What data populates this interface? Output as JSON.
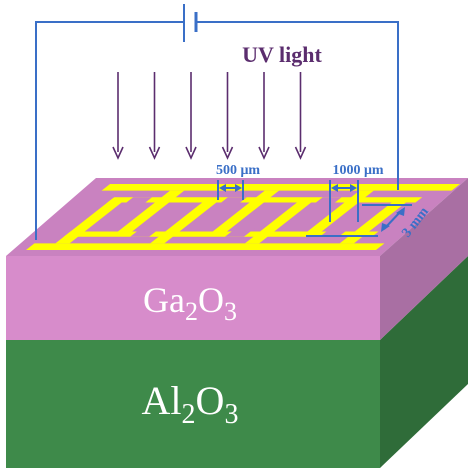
{
  "light": {
    "label": "UV light",
    "label_color": "#5b2d6e",
    "arrow_count": 6
  },
  "device": {
    "electrode": {
      "fingers": 7
    },
    "dimensions": {
      "finger_spacing": "500 μm",
      "finger_length": "1000 μm",
      "width": "3 mm",
      "color": "#3a6fc7"
    }
  },
  "layers": {
    "top": {
      "formula": [
        "Ga",
        "2",
        "O",
        "3"
      ]
    },
    "bottom": {
      "formula": [
        "Al",
        "2",
        "O",
        "3"
      ]
    }
  },
  "colors": {
    "ga2o3_front": "#d78ccb",
    "ga2o3_top": "#c982c0",
    "ga2o3_side": "#a96fa3",
    "al2o3_front": "#3e8a4a",
    "al2o3_side": "#2f6c39",
    "electrode": "#ffff00",
    "arrow": "#5b2d6e",
    "circuit": "#3a6fc7"
  }
}
